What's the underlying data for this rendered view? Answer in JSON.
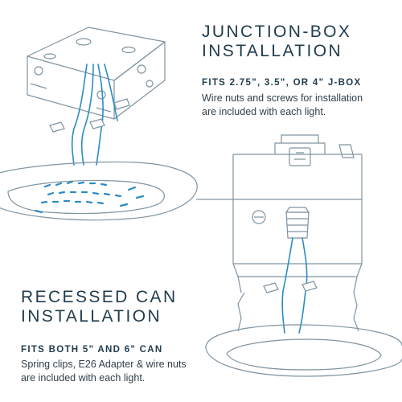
{
  "junction_box": {
    "title_line1": "JUNCTION-BOX",
    "title_line2": "INSTALLATION",
    "subtitle": "FITS 2.75\", 3.5\", OR 4\" J-BOX",
    "body_line1": "Wire nuts and screws for installation",
    "body_line2": "are included with each light."
  },
  "recessed_can": {
    "title_line1": "RECESSED CAN",
    "title_line2": "INSTALLATION",
    "subtitle": "FITS BOTH 5\" AND 6\" CAN",
    "body_line1": "Spring clips, E26 Adapter & wire nuts",
    "body_line2": "are included with each light."
  },
  "colors": {
    "heading": "#1f3b4d",
    "line_art": "#7f93a1",
    "wire": "#2b8cc4",
    "background": "#ffffff"
  },
  "icons": [
    "junction-box-icon",
    "recessed-can-icon",
    "light-fixture-icon",
    "wire-nut-icon",
    "e26-socket-icon",
    "spring-clip-icon"
  ]
}
